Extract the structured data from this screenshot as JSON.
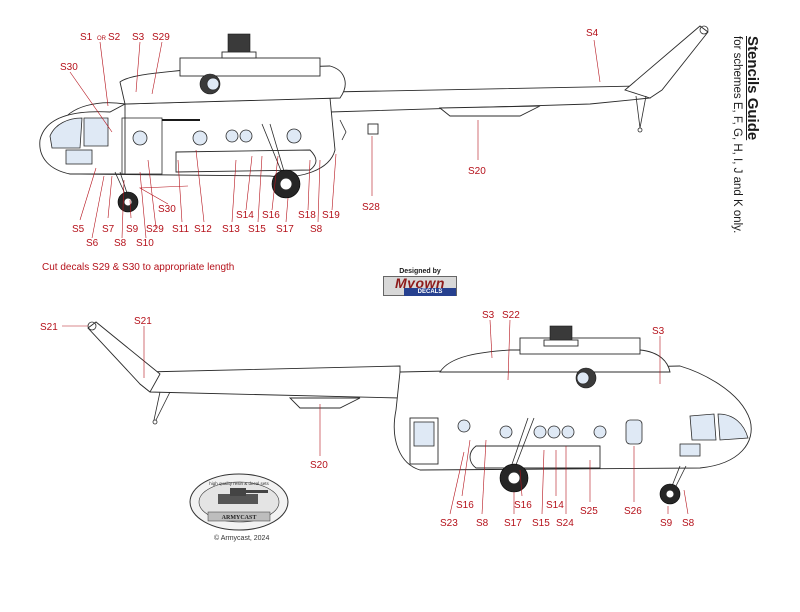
{
  "title": {
    "main": "Stencils Guide",
    "sub": "for schemes E, F, G, H, I, J and K only."
  },
  "caption": "Cut decals S29 & S30 to appropriate length",
  "designer": {
    "designed_by": "Designed by",
    "brand": "Myown",
    "brand_sub": "DECALS"
  },
  "armycast": {
    "ring_text": "high quality resin & decal sets",
    "name": "ARMYCAST"
  },
  "copyright": "© Armycast, 2024",
  "top_view_labels": {
    "s1": "S1",
    "or": "OR",
    "s2": "S2",
    "s3": "S3",
    "s29_top": "S29",
    "s30_top": "S30",
    "s4": "S4",
    "s20": "S20",
    "s28": "S28",
    "s5": "S5",
    "s6": "S6",
    "s7": "S7",
    "s8a": "S8",
    "s9": "S9",
    "s10": "S10",
    "s29_b": "S29",
    "s30_b": "S30",
    "s11": "S11",
    "s12": "S12",
    "s13": "S13",
    "s14": "S14",
    "s15": "S15",
    "s16": "S16",
    "s17": "S17",
    "s18": "S18",
    "s8b": "S8",
    "s19": "S19"
  },
  "bottom_view_labels": {
    "s21a": "S21",
    "s21b": "S21",
    "s20": "S20",
    "s3a": "S3",
    "s22": "S22",
    "s3b": "S3",
    "s16a": "S16",
    "s23": "S23",
    "s8a": "S8",
    "s16b": "S16",
    "s17": "S17",
    "s15": "S15",
    "s14": "S14",
    "s24": "S24",
    "s25": "S25",
    "s26": "S26",
    "s9": "S9",
    "s8b": "S8"
  },
  "colors": {
    "label": "#b5121b",
    "ink": "#2b2b2b",
    "brand_red": "#8e1b1b",
    "brand_blue": "#26408f"
  }
}
